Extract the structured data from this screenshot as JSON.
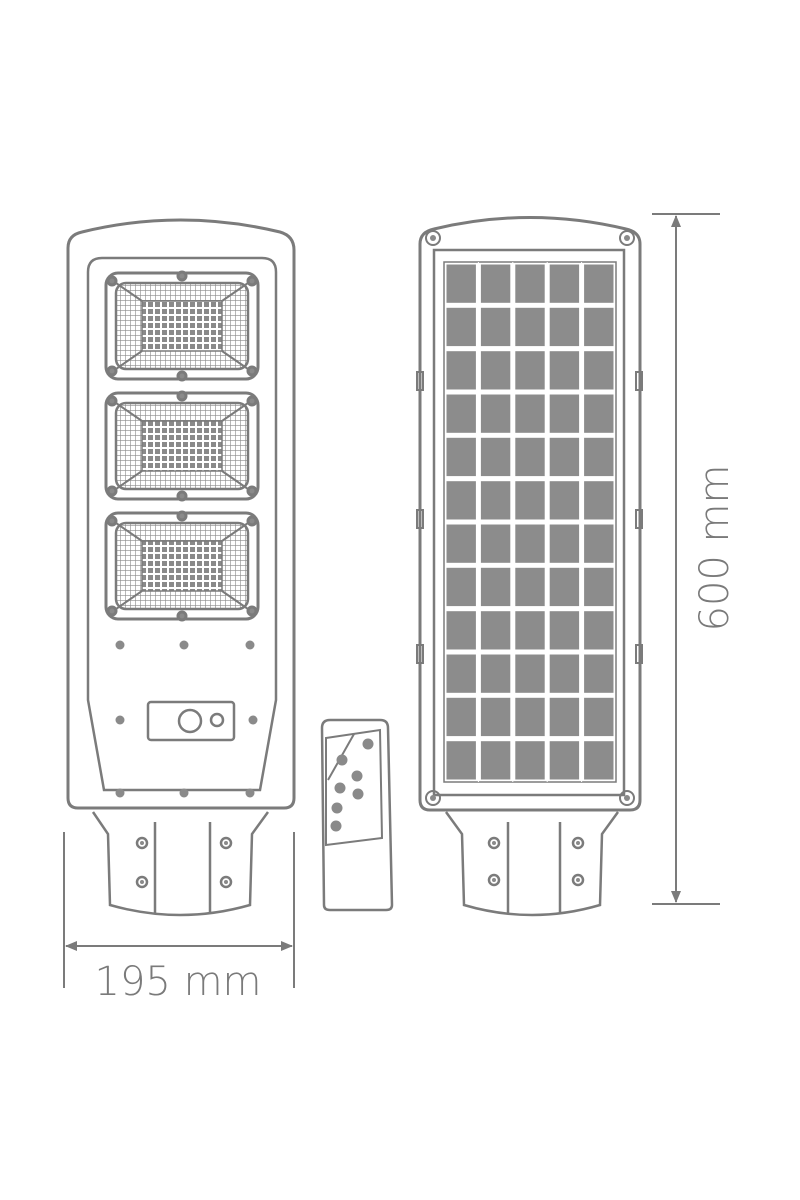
{
  "dimensions": {
    "width_label": "195 mm",
    "height_label": "600 mm"
  },
  "colors": {
    "stroke": "#7b7b7b",
    "panel_cell": "#8c8c8c",
    "background": "#ffffff"
  },
  "parts": {
    "front_view": {
      "led_module_count": 3
    },
    "back_view": {
      "solar_cell_columns": 5,
      "solar_cell_rows": 12
    },
    "remote_control": {
      "button_count": 7
    }
  }
}
